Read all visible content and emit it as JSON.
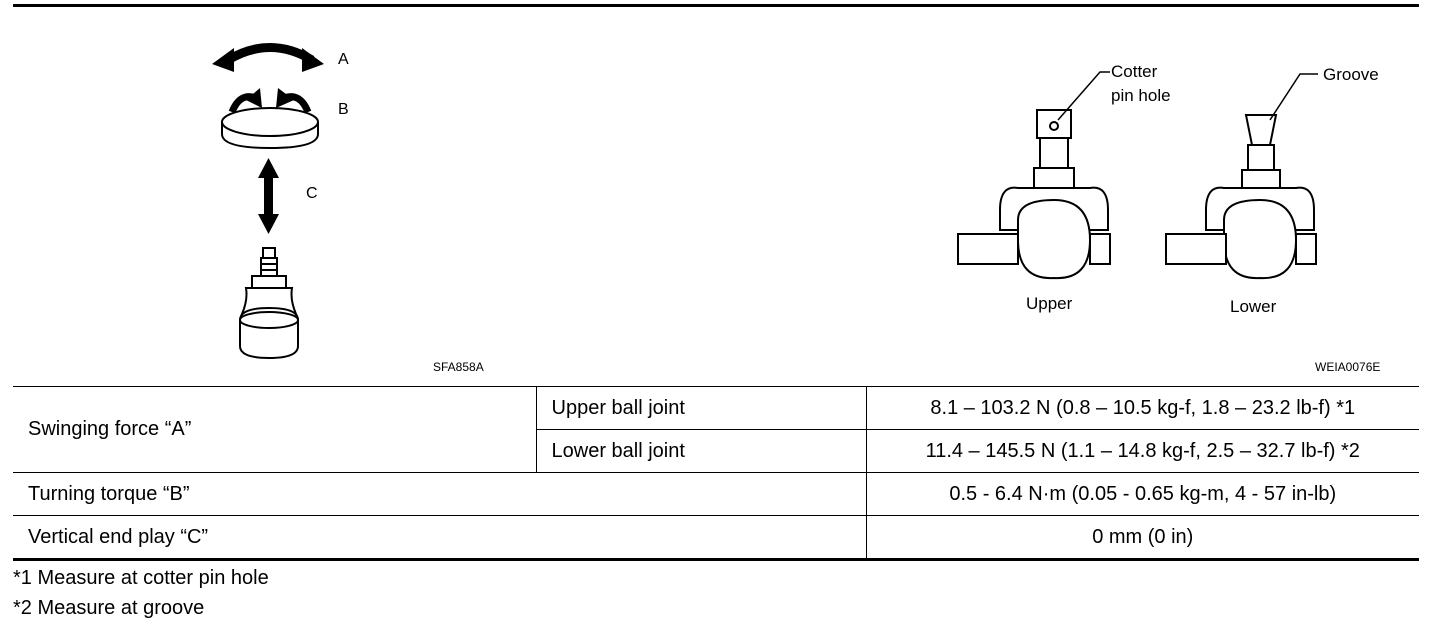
{
  "figure_left": {
    "labels": {
      "a": "A",
      "b": "B",
      "c": "C"
    },
    "code": "SFA858A"
  },
  "figure_right": {
    "callouts": {
      "cotter_line1": "Cotter",
      "cotter_line2": "pin hole",
      "groove": "Groove"
    },
    "captions": {
      "upper": "Upper",
      "lower": "Lower"
    },
    "code": "WEIA0076E"
  },
  "table": {
    "swinging_force": "Swinging force “A”",
    "upper_ball_joint": "Upper ball joint",
    "upper_value": "8.1 – 103.2 N (0.8 – 10.5 kg-f, 1.8 – 23.2 lb-f) *1",
    "lower_ball_joint": "Lower ball joint",
    "lower_value": "11.4 – 145.5 N (1.1 – 14.8 kg-f, 2.5 – 32.7 lb-f) *2",
    "turning_torque": "Turning torque “B”",
    "turning_value": "0.5 - 6.4 N·m (0.05 - 0.65 kg-m, 4 - 57 in-lb)",
    "vertical_end_play": "Vertical end play “C”",
    "vertical_value": "0 mm (0 in)"
  },
  "notes": {
    "note1": "*1 Measure at cotter pin hole",
    "note2": "*2 Measure at groove"
  }
}
